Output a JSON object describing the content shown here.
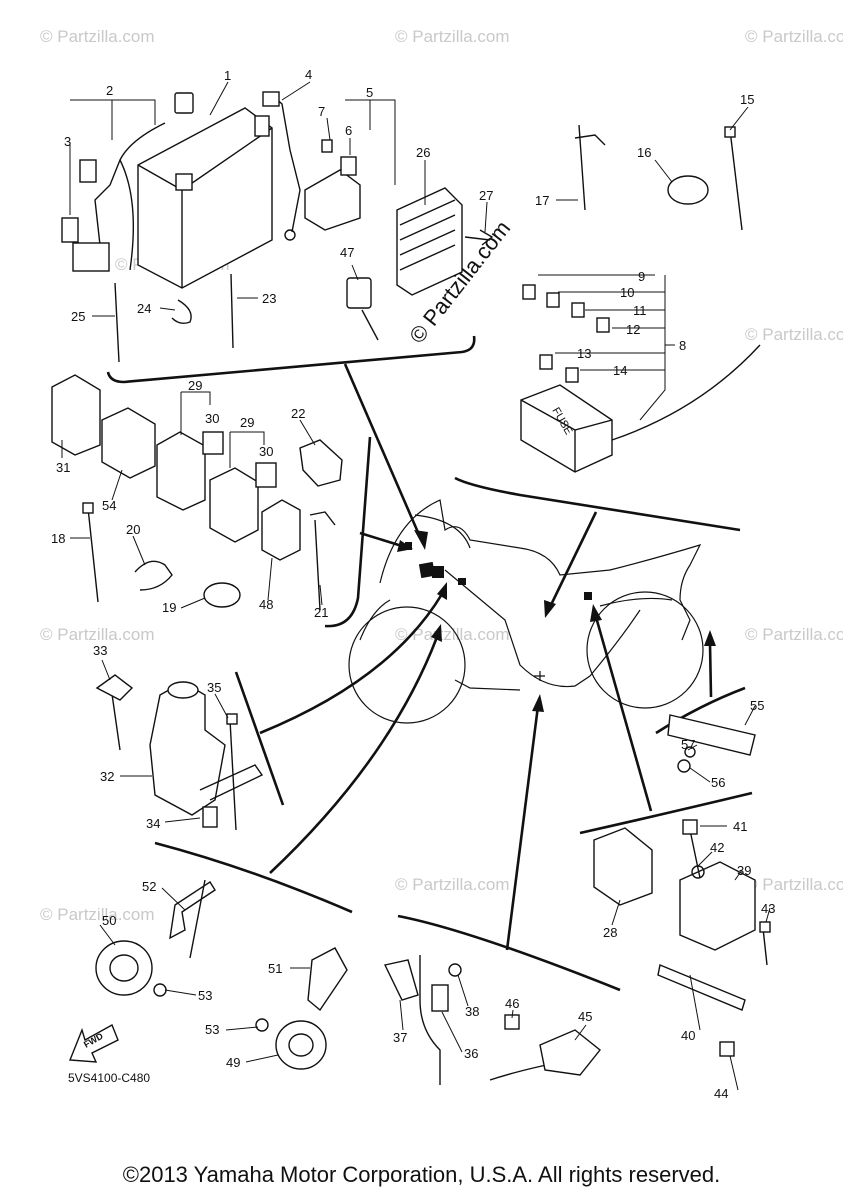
{
  "watermark": "© Partzilla.com",
  "center_watermark": "© Partzilla.com",
  "diagram_code": "5VS4100-C480",
  "fwd_label": "FWD",
  "fuse_label": "FUSE",
  "copyright": "©2013 Yamaha Motor Corporation, U.S.A. All rights reserved.",
  "callouts": [
    "1",
    "2",
    "3",
    "4",
    "5",
    "6",
    "7",
    "8",
    "9",
    "10",
    "11",
    "12",
    "13",
    "14",
    "15",
    "16",
    "17",
    "18",
    "19",
    "20",
    "21",
    "22",
    "23",
    "24",
    "25",
    "26",
    "27",
    "28",
    "29",
    "30",
    "29",
    "30",
    "31",
    "32",
    "33",
    "34",
    "35",
    "36",
    "37",
    "38",
    "39",
    "40",
    "41",
    "42",
    "43",
    "44",
    "45",
    "46",
    "47",
    "48",
    "49",
    "50",
    "51",
    "52",
    "53",
    "53",
    "54",
    "55",
    "56",
    "57"
  ]
}
